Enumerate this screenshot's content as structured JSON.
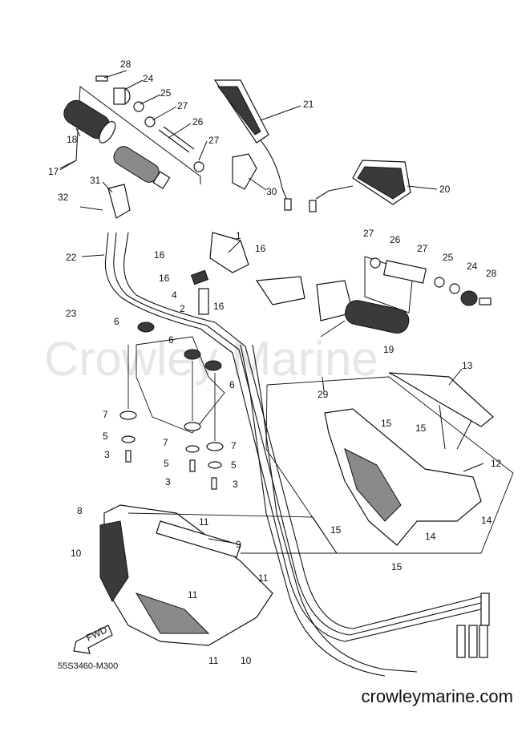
{
  "diagram": {
    "drawing_code": "55S3460-M300",
    "watermark": "Crowley Marine",
    "website": "crowleymarine.com",
    "fwd_label": "FWD",
    "callouts": [
      {
        "id": "c28a",
        "label": "28"
      },
      {
        "id": "c24a",
        "label": "24"
      },
      {
        "id": "c25a",
        "label": "25"
      },
      {
        "id": "c27a",
        "label": "27"
      },
      {
        "id": "c26a",
        "label": "26"
      },
      {
        "id": "c27b",
        "label": "27"
      },
      {
        "id": "c18",
        "label": "18"
      },
      {
        "id": "c17",
        "label": "17"
      },
      {
        "id": "c21",
        "label": "21"
      },
      {
        "id": "c30",
        "label": "30"
      },
      {
        "id": "c20",
        "label": "20"
      },
      {
        "id": "c31",
        "label": "31"
      },
      {
        "id": "c32",
        "label": "32"
      },
      {
        "id": "c22",
        "label": "22"
      },
      {
        "id": "c1",
        "label": "1"
      },
      {
        "id": "c16a",
        "label": "16"
      },
      {
        "id": "c16b",
        "label": "16"
      },
      {
        "id": "c16c",
        "label": "16"
      },
      {
        "id": "c16d",
        "label": "16"
      },
      {
        "id": "c4",
        "label": "4"
      },
      {
        "id": "c2",
        "label": "2"
      },
      {
        "id": "c23",
        "label": "23"
      },
      {
        "id": "c6a",
        "label": "6"
      },
      {
        "id": "c6b",
        "label": "6"
      },
      {
        "id": "c6c",
        "label": "6"
      },
      {
        "id": "c27c",
        "label": "27"
      },
      {
        "id": "c26b",
        "label": "26"
      },
      {
        "id": "c27d",
        "label": "27"
      },
      {
        "id": "c25b",
        "label": "25"
      },
      {
        "id": "c24b",
        "label": "24"
      },
      {
        "id": "c28b",
        "label": "28"
      },
      {
        "id": "c19",
        "label": "19"
      },
      {
        "id": "c13",
        "label": "13"
      },
      {
        "id": "c29",
        "label": "29"
      },
      {
        "id": "c15a",
        "label": "15"
      },
      {
        "id": "c15b",
        "label": "15"
      },
      {
        "id": "c15c",
        "label": "15"
      },
      {
        "id": "c15d",
        "label": "15"
      },
      {
        "id": "c12",
        "label": "12"
      },
      {
        "id": "c7a",
        "label": "7"
      },
      {
        "id": "c7b",
        "label": "7"
      },
      {
        "id": "c7c",
        "label": "7"
      },
      {
        "id": "c5a",
        "label": "5"
      },
      {
        "id": "c5b",
        "label": "5"
      },
      {
        "id": "c5c",
        "label": "5"
      },
      {
        "id": "c3a",
        "label": "3"
      },
      {
        "id": "c3b",
        "label": "3"
      },
      {
        "id": "c3c",
        "label": "3"
      },
      {
        "id": "c8",
        "label": "8"
      },
      {
        "id": "c11a",
        "label": "11"
      },
      {
        "id": "c11b",
        "label": "11"
      },
      {
        "id": "c11c",
        "label": "11"
      },
      {
        "id": "c11d",
        "label": "11"
      },
      {
        "id": "c9",
        "label": "9"
      },
      {
        "id": "c10a",
        "label": "10"
      },
      {
        "id": "c10b",
        "label": "10"
      },
      {
        "id": "c14a",
        "label": "14"
      },
      {
        "id": "c14b",
        "label": "14"
      }
    ]
  }
}
